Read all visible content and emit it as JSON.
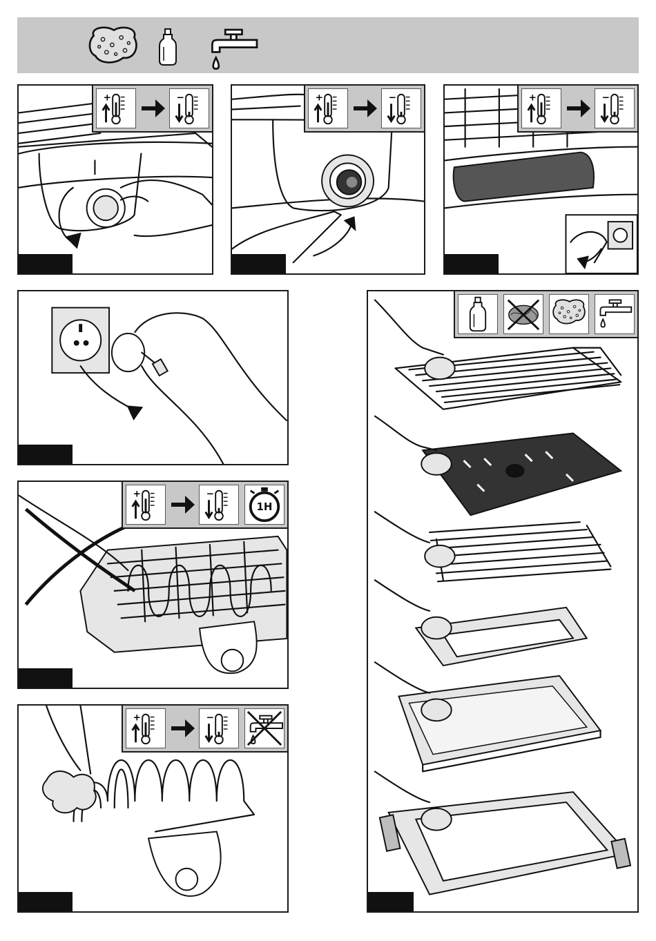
{
  "banner": {
    "icons": [
      "sponge-icon",
      "dish-soap-icon",
      "water-tap-icon"
    ]
  },
  "steps": [
    {
      "id": 1,
      "tag": "",
      "icons": [
        "temp-hot-icon",
        "arrow-right-icon",
        "temp-cold-icon"
      ]
    },
    {
      "id": 2,
      "tag": "",
      "icons": [
        "temp-hot-icon",
        "arrow-right-icon",
        "temp-cold-icon"
      ]
    },
    {
      "id": 3,
      "tag": "",
      "icons": [
        "temp-hot-icon",
        "arrow-right-icon",
        "temp-cold-icon"
      ]
    },
    {
      "id": 4,
      "tag": "",
      "icons": []
    },
    {
      "id": 5,
      "tag": "",
      "icons": [
        "temp-hot-icon",
        "arrow-right-icon",
        "temp-cold-icon",
        "timer-icon"
      ],
      "timer_label": "1H"
    },
    {
      "id": 6,
      "tag": "",
      "icons": [
        "temp-hot-icon",
        "arrow-right-icon",
        "temp-cold-icon",
        "no-water-icon"
      ]
    },
    {
      "id": 7,
      "tag": "",
      "icons": [
        "dish-soap-icon",
        "no-scouring-pad-icon",
        "sponge-icon",
        "water-tap-icon"
      ]
    }
  ],
  "colors": {
    "banner": "#c8c8c8",
    "tag": "#111111",
    "line": "#111111"
  }
}
